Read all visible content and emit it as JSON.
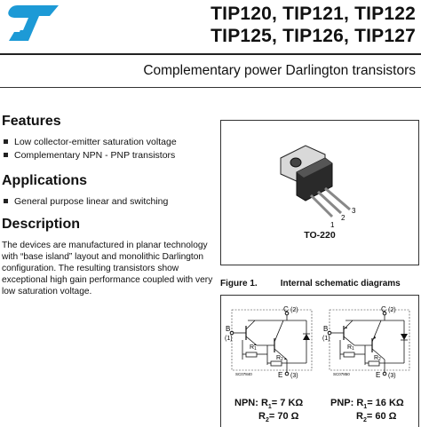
{
  "header": {
    "title_line1": "TIP120, TIP121, TIP122",
    "title_line2": "TIP125, TIP126, TIP127",
    "subtitle": "Complementary power Darlington transistors"
  },
  "features": {
    "heading": "Features",
    "items": [
      "Low collector-emitter saturation voltage",
      "Complementary NPN - PNP transistors"
    ]
  },
  "applications": {
    "heading": "Applications",
    "items": [
      "General purpose linear and switching"
    ]
  },
  "description": {
    "heading": "Description",
    "text": "The devices are manufactured in planar technology with “base island” layout and monolithic Darlington configuration. The resulting transistors show exceptional high gain performance coupled with very low saturation voltage."
  },
  "package": {
    "label": "TO-220",
    "pins": [
      "1",
      "2",
      "3"
    ]
  },
  "figure": {
    "number": "Figure 1.",
    "title": "Internal schematic diagrams",
    "npn": {
      "code": "SC07840",
      "pins": {
        "c": "C",
        "c_num": "(2)",
        "b": "B",
        "b_num": "(1)",
        "e": "E",
        "e_num": "(3)"
      },
      "labels": {
        "r1": "R",
        "r1_sub": "1",
        "r2": "R",
        "r2_sub": "2"
      },
      "r1_text": "NPN: R",
      "r1_sub": "1",
      "r1_value": "= 7 KΩ",
      "r2_text": "R",
      "r2_sub": "2",
      "r2_value": "= 70 Ω"
    },
    "pnp": {
      "code": "SC07850",
      "pins": {
        "c": "C",
        "c_num": "(2)",
        "b": "B",
        "b_num": "(1)",
        "e": "E",
        "e_num": "(3)"
      },
      "labels": {
        "r1": "R",
        "r1_sub": "1",
        "r2": "R",
        "r2_sub": "2"
      },
      "r1_text": "PNP: R",
      "r1_sub": "1",
      "r1_value": "= 16 KΩ",
      "r2_text": "R",
      "r2_sub": "2",
      "r2_value": "= 60 Ω"
    }
  },
  "colors": {
    "logo": "#1d9ad6",
    "text": "#111111"
  }
}
